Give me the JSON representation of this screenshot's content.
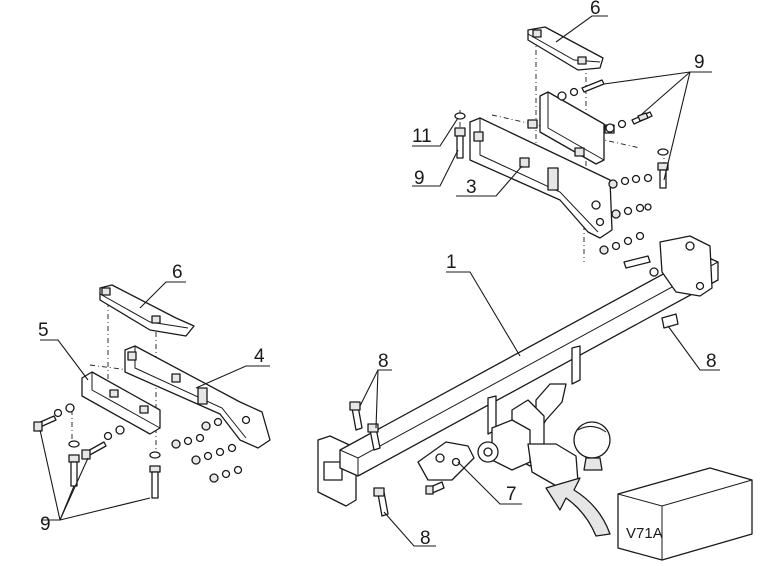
{
  "callouts": {
    "c1": "1",
    "c3": "3",
    "c4": "4",
    "c5": "5",
    "c6a": "6",
    "c6b": "6",
    "c7": "7",
    "c8a": "8",
    "c8b": "8",
    "c8c": "8",
    "c9a": "9",
    "c9b": "9",
    "c9c": "9",
    "c11": "11"
  },
  "box_label": "V71A"
}
